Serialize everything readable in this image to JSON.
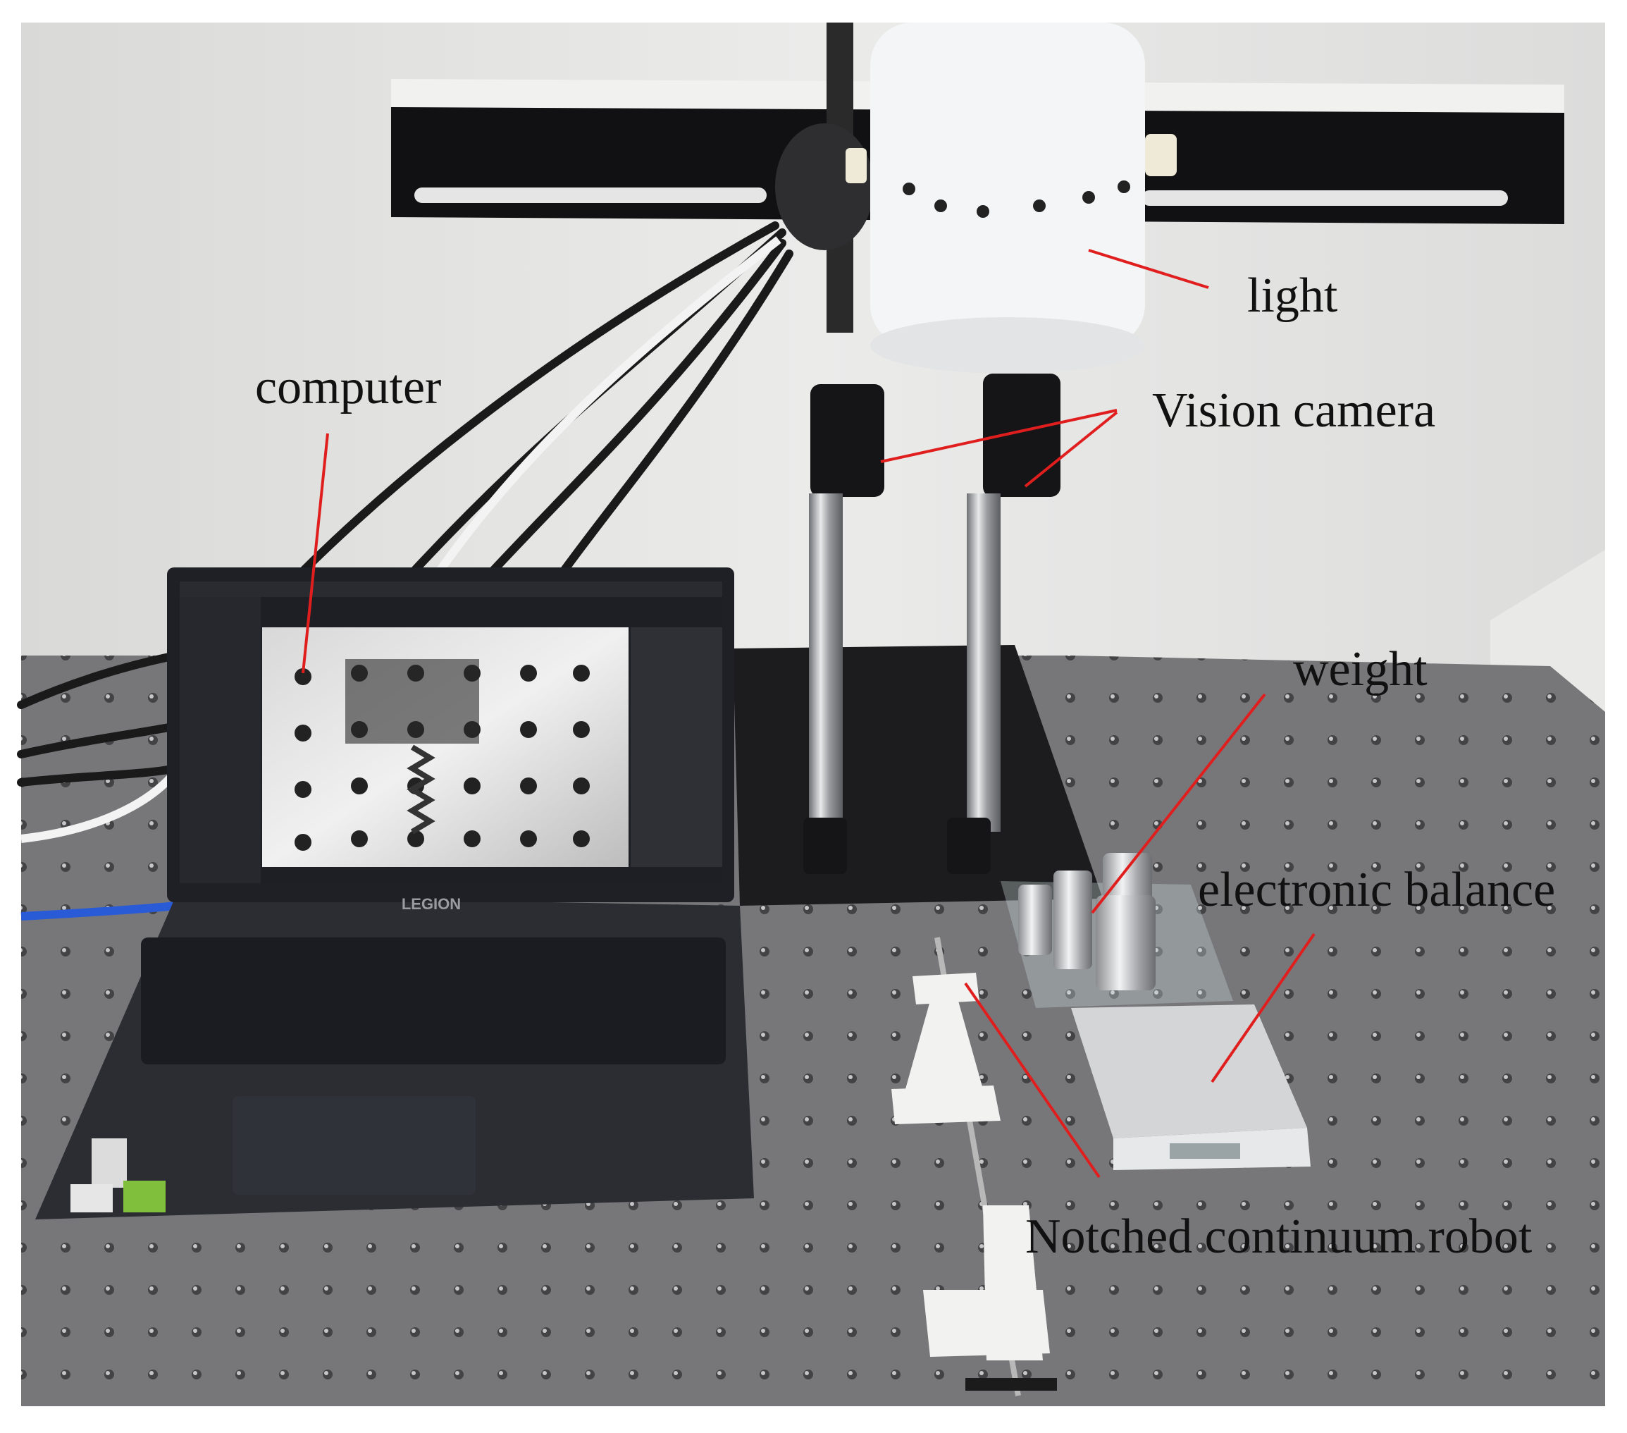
{
  "labels": {
    "light": "light",
    "vision_camera": "Vision camera",
    "computer": "computer",
    "weight": "weight",
    "electronic_balance": "electronic balance",
    "robot": "Notched continuum robot"
  },
  "laptop_brand": "LEGION",
  "colors": {
    "annotation_line": "#e01e1e",
    "table": "#77777a",
    "wall": "#e4e4e2",
    "laptop": "#2b2d33",
    "light_housing": "#f4f5f7"
  }
}
